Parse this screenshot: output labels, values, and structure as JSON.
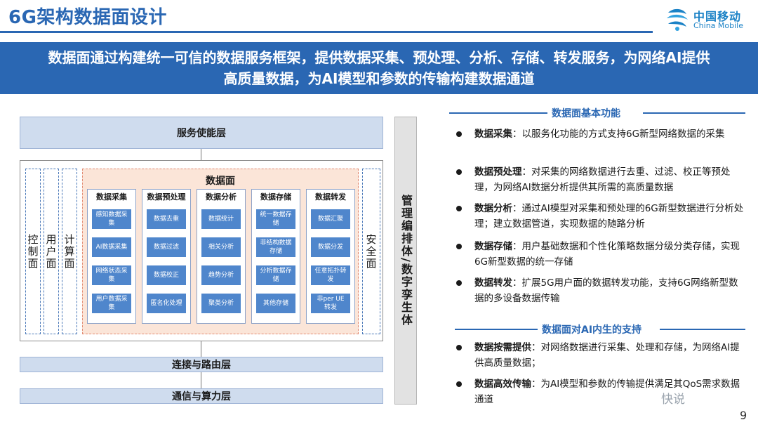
{
  "header": {
    "title": "6G架构数据面设计",
    "logo_cn": "中国移动",
    "logo_en": "China Mobile"
  },
  "banner": {
    "line1": "数据面通过构建统一可信的数据服务框架，提供数据采集、预处理、分析、存储、转发服务，为网络AI提供",
    "line2": "高质量数据，为AI模型和参数的传输构建数据通道"
  },
  "diagram": {
    "service_layer": "服务使能层",
    "connect_layer": "连接与路由层",
    "compute_layer": "通信与算力层",
    "side_left": [
      "控制面",
      "用户面",
      "计算面"
    ],
    "side_right": "安全面",
    "management": "管理编排体/数字孪生体",
    "data_plane_title": "数据面",
    "columns": [
      {
        "title": "数据采集",
        "cells": [
          "感知数据采集",
          "AI数据采集",
          "网络状态采集",
          "用户数据采集"
        ]
      },
      {
        "title": "数据预处理",
        "cells": [
          "数据去重",
          "数据过滤",
          "数据校正",
          "匿名化处理"
        ]
      },
      {
        "title": "数据分析",
        "cells": [
          "数据统计",
          "相关分析",
          "趋势分析",
          "聚类分析"
        ]
      },
      {
        "title": "数据存储",
        "cells": [
          "统一数据存储",
          "非结构数据存储",
          "分析数据存储",
          "其他存储"
        ]
      },
      {
        "title": "数据转发",
        "cells": [
          "数据汇聚",
          "数据分发",
          "任意拓扑转发",
          "非per UE转发"
        ]
      }
    ]
  },
  "panel": {
    "section1_title": "数据面基本功能",
    "section1": [
      {
        "label": "数据采集",
        "text": "：以服务化功能的方式支持6G新型网络数据的采集"
      },
      {
        "label": "数据预处理",
        "text": "：对采集的网络数据进行去重、过滤、校正等预处理，为网络AI数据分析提供其所需的高质量数据"
      },
      {
        "label": "数据分析",
        "text": "：通过AI模型对采集和预处理的6G新型数据进行分析处理；建立数据管道，实现数据的随路分析"
      },
      {
        "label": "数据存储",
        "text": "：用户基础数据和个性化策略数据分级分类存储，实现6G新型数据的统一存储"
      },
      {
        "label": "数据转发",
        "text": "：扩展5G用户面的数据转发功能，支持6G网络新型数据的多设备数据传输"
      }
    ],
    "section2_title": "数据面对AI内生的支持",
    "section2": [
      {
        "label": "数据按需提供",
        "text": "：对网络数据进行采集、处理和存储，为网络AI提供高质量数据；"
      },
      {
        "label": "数据高效传输",
        "text": "：为AI模型和参数的传输提供满足其QoS需求数据通道"
      }
    ]
  },
  "page_number": "9",
  "watermark": "快说"
}
